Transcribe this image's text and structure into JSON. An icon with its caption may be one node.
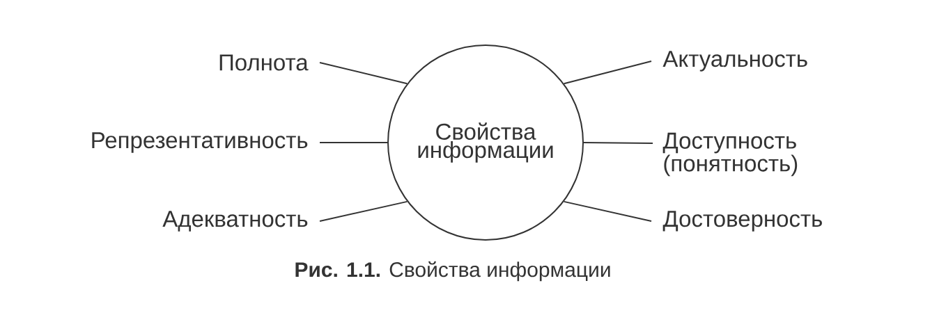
{
  "diagram": {
    "caption": "**Рис. 1.1.** Свойства информации",
    "nodes": [
      {
        "text": [
          "Свойства информации"
        ]
      },
      {
        "text": [
          "Полнота"
        ]
      },
      {
        "text": [
          "Репрезентативность"
        ]
      },
      {
        "text": [
          "Адекватность"
        ]
      },
      {
        "text": [
          "Актуальность"
        ]
      },
      {
        "text": [
          "Доступность (понятность)"
        ]
      },
      {
        "text": [
          "Достоверность"
        ]
      }
    ],
    "edges": [
      {
        "from": 0,
        "to": 1,
        "arrow": "none"
      },
      {
        "from": 0,
        "to": 2,
        "arrow": "none"
      },
      {
        "from": 0,
        "to": 3,
        "arrow": "none"
      },
      {
        "from": 0,
        "to": 4,
        "arrow": "none"
      },
      {
        "from": 0,
        "to": 5,
        "arrow": "none"
      },
      {
        "from": 0,
        "to": 6,
        "arrow": "none"
      }
    ]
  }
}
